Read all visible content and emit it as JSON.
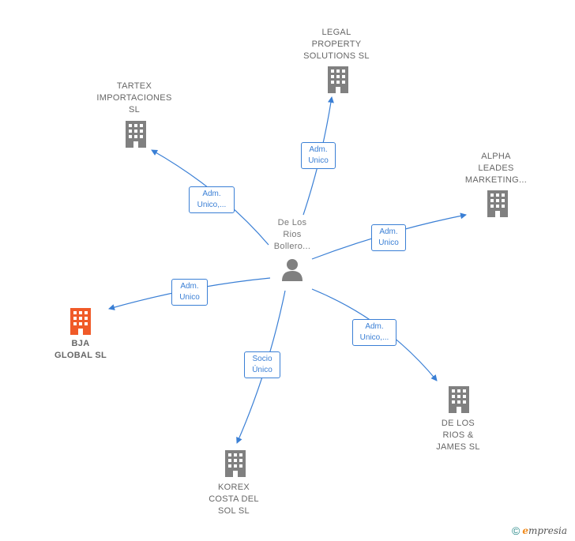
{
  "center": {
    "name": "De Los\nRios\nBollero..."
  },
  "companies": [
    {
      "id": "legal",
      "name": "LEGAL\nPROPERTY\nSOLUTIONS SL",
      "role": "Adm.\nUnico",
      "color": "#808080"
    },
    {
      "id": "tartex",
      "name": "TARTEX\nIMPORTACIONES\nSL",
      "role": "Adm.\nUnico,...",
      "color": "#808080"
    },
    {
      "id": "alpha",
      "name": "ALPHA\nLEADES\nMARKETING...",
      "role": "Adm.\nUnico",
      "color": "#808080"
    },
    {
      "id": "bja",
      "name": "BJA\nGLOBAL  SL",
      "role": "Adm.\nUnico",
      "color": "#f05a28"
    },
    {
      "id": "rios",
      "name": "DE LOS\nRIOS &\nJAMES  SL",
      "role": "Adm.\nUnico,...",
      "color": "#808080"
    },
    {
      "id": "korex",
      "name": "KOREX\nCOSTA DEL\nSOL  SL",
      "role": "Socio\nÚnico",
      "color": "#808080"
    }
  ],
  "footer": {
    "copyright": "©",
    "brand_initial": "e",
    "brand_rest": "mpresia"
  },
  "colors": {
    "edge": "#3a7fd5",
    "person": "#808080"
  }
}
